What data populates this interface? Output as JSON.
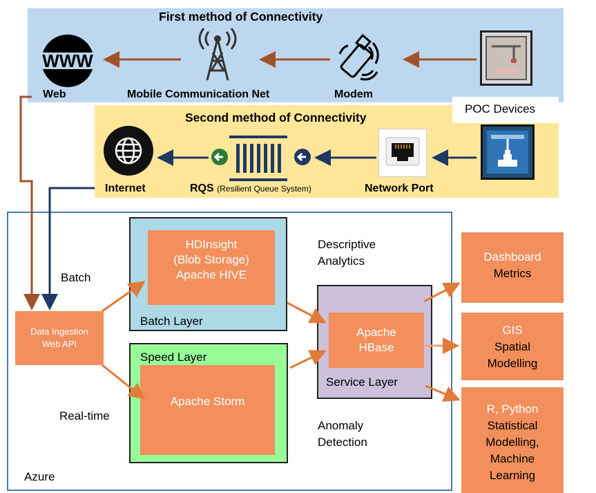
{
  "connectivity1": {
    "title": "First method of Connectivity",
    "web": "Web",
    "mobile": "Mobile Communication Net",
    "modem": "Modem",
    "poc": "POC Devices"
  },
  "connectivity2": {
    "title": "Second method of Connectivity",
    "internet": "Internet",
    "rqs": "RQS",
    "rqs_full": "(Resilient Queue System)",
    "network_port": "Network Port"
  },
  "architecture": {
    "ingestion_line1": "Data Ingestion",
    "ingestion_line2": "Web API",
    "batch": "Batch",
    "realtime": "Real-time",
    "azure": "Azure",
    "hdi_line1": "HDInsight",
    "hdi_line2": "(Blob Storage)",
    "hdi_line3": "Apache HIVE",
    "batch_layer": "Batch Layer",
    "speed_layer": "Speed Layer",
    "storm": "Apache Storm",
    "descriptive_line1": "Descriptive",
    "descriptive_line2": "Analytics",
    "anomaly_line1": "Anomaly",
    "anomaly_line2": "Detection",
    "hbase_line1": "Apache",
    "hbase_line2": "HBase",
    "service_layer": "Service Layer",
    "dash_line1": "Dashboard",
    "dash_line2": "Metrics",
    "gis_line1": "GIS",
    "gis_line2": "Spatial",
    "gis_line3": "Modelling",
    "r_line1": "R, Python",
    "r_line2": "Statistical",
    "r_line3": "Modelling,",
    "r_line4": "Machine",
    "r_line5": "Learning"
  },
  "colors": {
    "panel1": "#bdd7ee",
    "panel2": "#ffe699",
    "orange": "#f28f5c",
    "batch_layer_bg": "#add8e6",
    "speed_layer_bg": "#98fb98",
    "service_layer_bg": "#ccc0da",
    "brown_arrow": "#a0522d",
    "navy_arrow": "#1f3864"
  }
}
